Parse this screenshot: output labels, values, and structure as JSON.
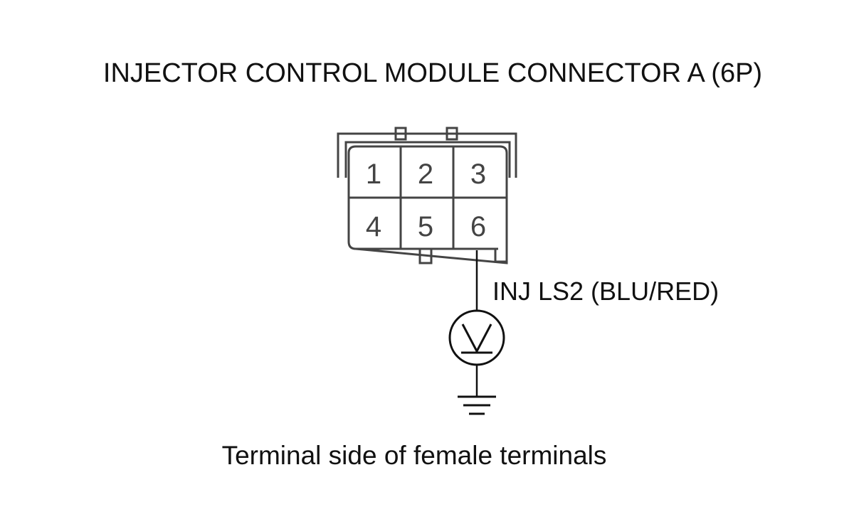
{
  "title": "INJECTOR CONTROL MODULE CONNECTOR A (6P)",
  "connector": {
    "pins_row1": [
      "1",
      "2",
      "3"
    ],
    "pins_row2": [
      "4",
      "5",
      "6"
    ]
  },
  "wire_label": "INJ LS2 (BLU/RED)",
  "meter_symbol": "V",
  "caption": "Terminal side of female terminals",
  "colors": {
    "line": "#111111",
    "connector": "#444444"
  }
}
